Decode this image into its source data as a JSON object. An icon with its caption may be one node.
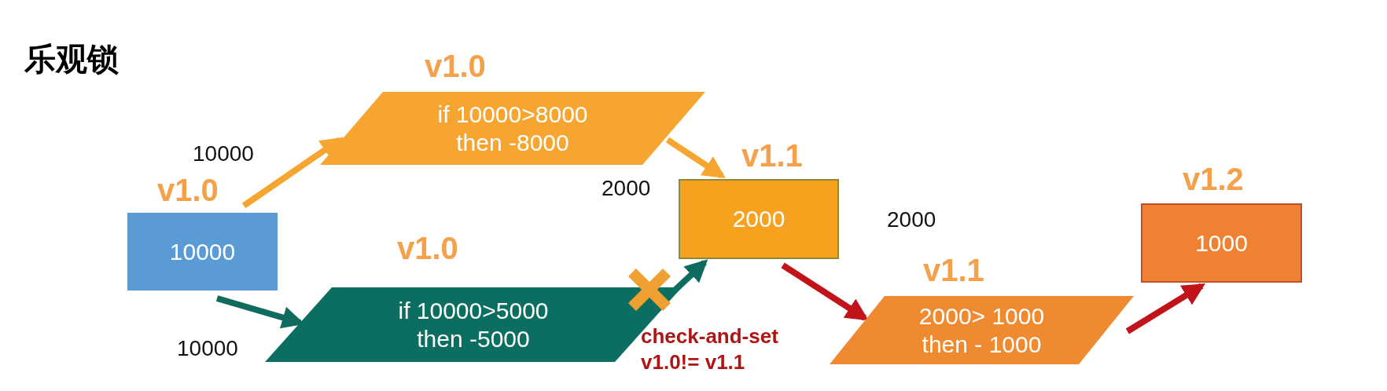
{
  "diagram": {
    "title": "乐观锁",
    "nodes": [
      {
        "text": [
          "10000"
        ],
        "beside": [
          "v1.0"
        ]
      },
      {
        "text": [
          "if 10000>8000 then -8000"
        ],
        "beside": [
          "v1.0"
        ]
      },
      {
        "text": [
          "if 10000>5000 then -5000"
        ],
        "beside": [
          "v1.0"
        ]
      },
      {
        "text": [
          "2000"
        ],
        "beside": [
          "v1.1"
        ]
      },
      {
        "text": [
          "2000> 1000 then - 1000"
        ],
        "beside": [
          "v1.1"
        ]
      },
      {
        "text": [
          "1000"
        ],
        "beside": [
          "v1.2"
        ]
      }
    ],
    "edges": [
      {
        "from": 0,
        "to": 1,
        "arrow": "to",
        "label": "10000",
        "color": "#f7a531"
      },
      {
        "from": 0,
        "to": 2,
        "arrow": "to",
        "label": "10000",
        "color": "#0e6b5e"
      },
      {
        "from": 1,
        "to": 3,
        "arrow": "to",
        "color": "#f7a531"
      },
      {
        "from": 2,
        "to": 3,
        "arrow": "to",
        "color": "#0e6b5e"
      },
      {
        "from": 3,
        "to": 4,
        "arrow": "to",
        "color": "#c0141a"
      },
      {
        "from": 4,
        "to": 5,
        "arrow": "to",
        "color": "#c0141a"
      }
    ],
    "labels": [
      "2000",
      "2000",
      "check-and-set v1.0!= v1.1"
    ]
  }
}
